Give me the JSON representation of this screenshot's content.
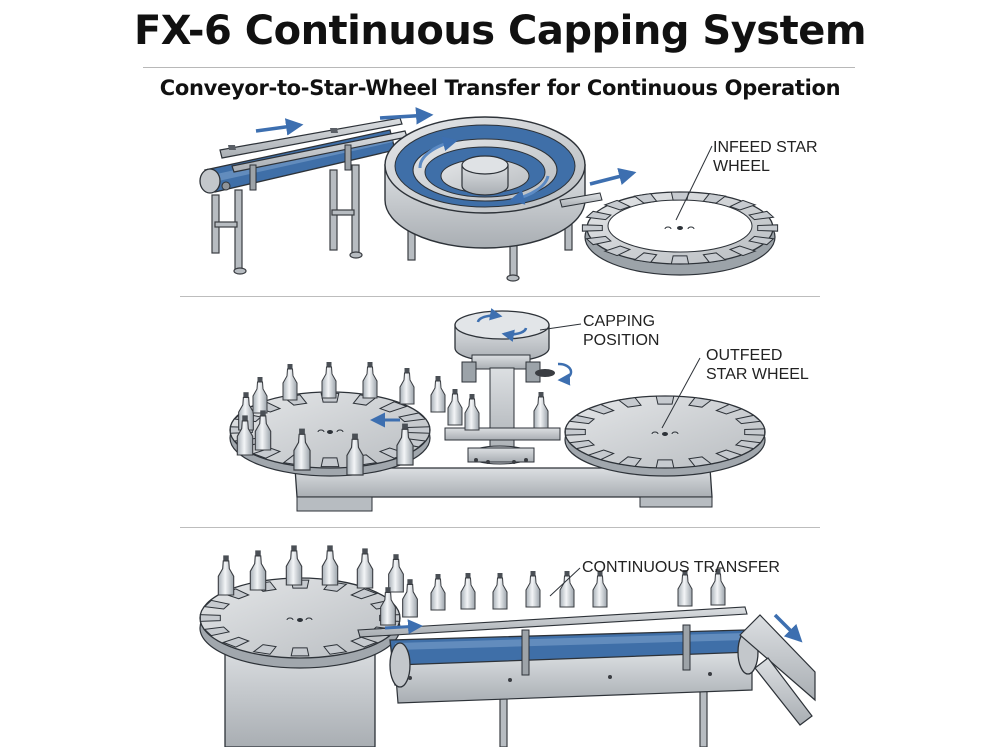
{
  "header": {
    "title": "FX-6 Continuous Capping System",
    "subtitle": "Conveyor-to-Star-Wheel Transfer for Continuous Operation"
  },
  "panels": [
    {
      "callouts": [
        "INFEED STAR",
        "WHEEL"
      ]
    },
    {
      "callouts": [
        "CAPPING",
        "POSITION",
        "OUTFEED",
        "STAR WHEEL"
      ]
    },
    {
      "callouts": [
        "CONTINUOUS TRANSFER"
      ]
    }
  ],
  "colors": {
    "steel": "#c9ccd0",
    "steel_dark": "#8e9399",
    "belt_blue": "#3f6fa8",
    "arrow_blue": "#3d6fb0",
    "outline": "#3a3d42"
  }
}
